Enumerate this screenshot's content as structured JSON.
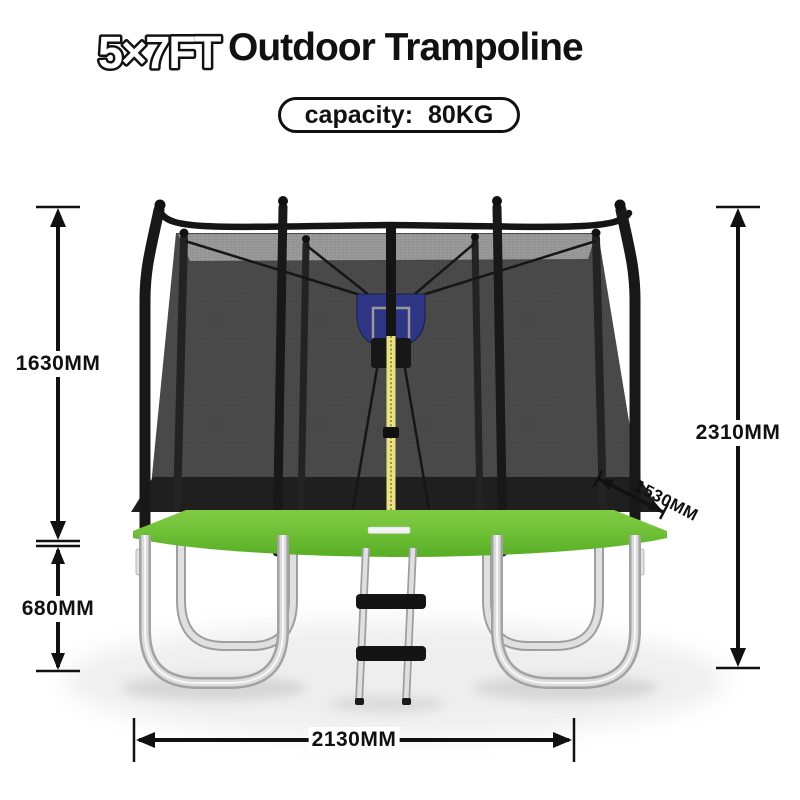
{
  "header": {
    "size_badge": "5×7FT",
    "title": "Outdoor Trampoline",
    "capacity_label": "capacity:",
    "capacity_value": "80KG"
  },
  "dimensions": {
    "enclosure_height": "1630MM",
    "leg_height": "680MM",
    "total_height": "2310MM",
    "depth": "1530MM",
    "base_width": "2130MM"
  },
  "colors": {
    "pad_green": "#6fc136",
    "pad_green_light": "#82cc46",
    "pad_green_dark": "#58ad26",
    "net_gray": "#4b4b4b",
    "net_light_band": "#9c9c9c",
    "frame_black": "#181818",
    "backboard_blue": "#2e3584",
    "zipper_yellow": "#e9e183",
    "leg_silver": "#dcdcdc",
    "dimension_line": "#111111"
  }
}
